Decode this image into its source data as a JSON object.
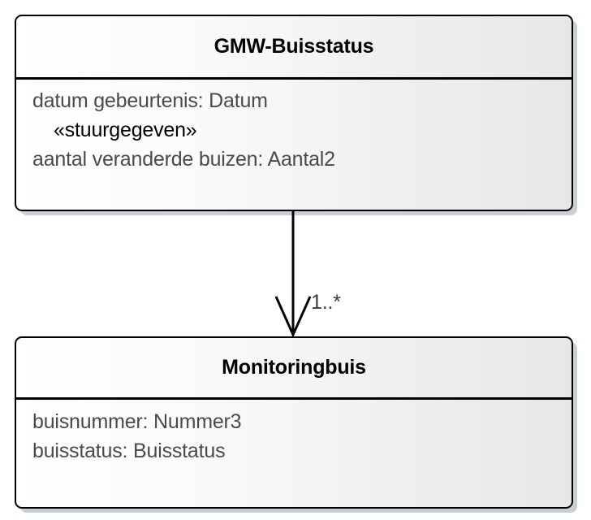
{
  "diagram": {
    "kind": "uml-class-diagram",
    "background_color": "#ffffff",
    "border_color": "#000000",
    "shadow_color": "#c9cdd6",
    "fill_gradient_from": "#ffffff",
    "fill_gradient_to": "#e7e7e7"
  },
  "classes": [
    {
      "id": "gmw-buisstatus",
      "name": "GMW-Buisstatus",
      "attributes": [
        {
          "text": "datum gebeurtenis: Datum",
          "style": "attribute"
        },
        {
          "text": "«stuurgegeven»",
          "style": "stereotype"
        },
        {
          "text": "aantal veranderde buizen: Aantal2",
          "style": "attribute"
        }
      ]
    },
    {
      "id": "monitoringbuis",
      "name": "Monitoringbuis",
      "attributes": [
        {
          "text": "buisnummer: Nummer3",
          "style": "attribute"
        },
        {
          "text": "buisstatus: Buisstatus",
          "style": "attribute"
        }
      ]
    }
  ],
  "association": {
    "id": "gmw-to-monitoringbuis",
    "source": "GMW-Buisstatus",
    "target": "Monitoringbuis",
    "arrowhead": "open",
    "direction": "down",
    "target_multiplicity": "1..*"
  }
}
